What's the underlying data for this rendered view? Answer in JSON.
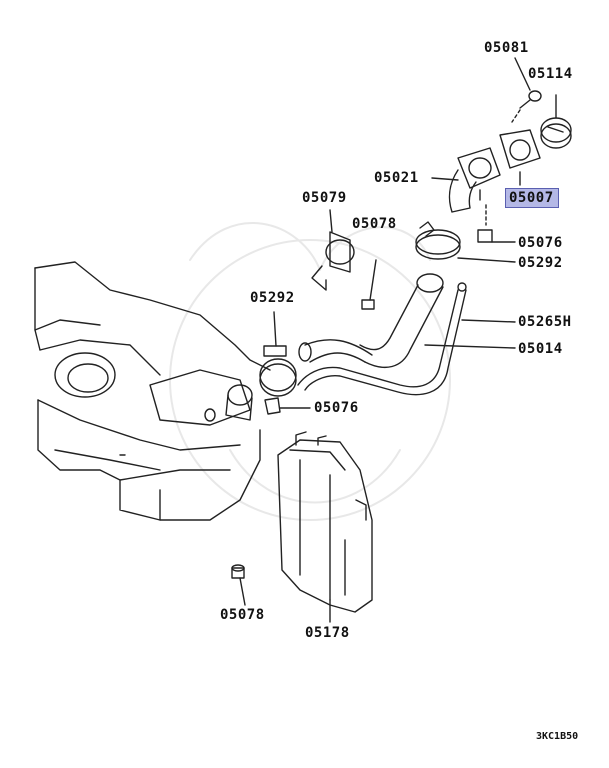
{
  "diagram": {
    "part_labels": {
      "p05081": "05081",
      "p05114": "05114",
      "p05021": "05021",
      "p05007": "05007",
      "p05079": "05079",
      "p05078_top": "05078",
      "p05076_top": "05076",
      "p05292_right": "05292",
      "p05292_left": "05292",
      "p05265H": "05265H",
      "p05014": "05014",
      "p05076_mid": "05076",
      "p05078_bottom": "05078",
      "p05178": "05178"
    },
    "highlight_color": "#b4b8e6",
    "diagram_code": "3KC1B50"
  }
}
